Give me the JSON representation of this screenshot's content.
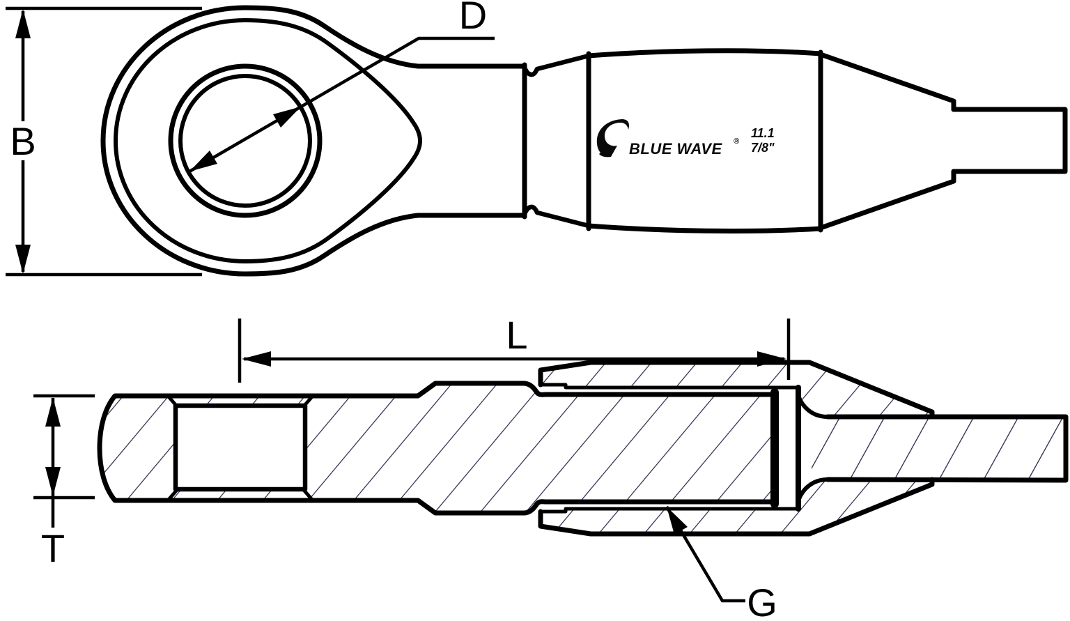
{
  "labels": {
    "B": "B",
    "D": "D",
    "L": "L",
    "T": "T",
    "G": "G"
  },
  "branding": {
    "name": "BLUE WAVE",
    "registered": "®",
    "size_metric": "11.1",
    "size_imperial": "7/8\""
  },
  "colors": {
    "outline": "#000000",
    "hatch": "#26264a",
    "background": "#ffffff"
  }
}
